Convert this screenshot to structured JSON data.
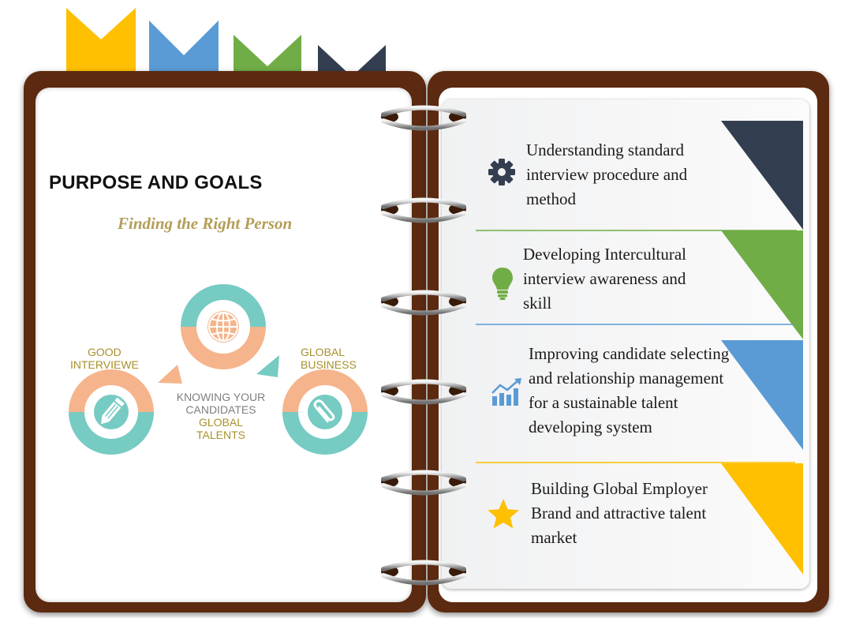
{
  "colors": {
    "yellow": "#fec000",
    "blue": "#5b9bd5",
    "green": "#70ad47",
    "navy": "#333f50",
    "cover": "#5b2a10",
    "teal": "#76cbc2",
    "peach": "#f5b48b",
    "gold_text": "#a8912c"
  },
  "left_page": {
    "title": "PURPOSE AND GOALS",
    "subtitle": "Finding the Right Person",
    "cycle": {
      "center_line1": "KNOWING YOUR",
      "center_line2": "CANDIDATES",
      "center_line3": "GLOBAL",
      "center_line4": "TALENTS",
      "left_line1": "GOOD",
      "left_line2": "INTERVIEWE",
      "right_line1": "GLOBAL",
      "right_line2": "BUSINESS",
      "icons": [
        "globe-icon",
        "pencil-icon",
        "paperclip-icon"
      ]
    }
  },
  "right_page": {
    "goals": [
      {
        "icon": "gear-icon",
        "lines": [
          "Understanding standard",
          "interview procedure and",
          "method"
        ],
        "accent": "#333f50"
      },
      {
        "icon": "lightbulb-icon",
        "lines": [
          "Developing Intercultural",
          "interview awareness and",
          "skill"
        ],
        "accent": "#70ad47"
      },
      {
        "icon": "growth-chart-icon",
        "lines": [
          "Improving candidate selecting",
          "and relationship management",
          "for a sustainable talent",
          "developing system"
        ],
        "accent": "#5b9bd5"
      },
      {
        "icon": "star-icon",
        "lines": [
          "Building Global Employer",
          "Brand and attractive talent",
          "market"
        ],
        "accent": "#fec000"
      }
    ]
  }
}
